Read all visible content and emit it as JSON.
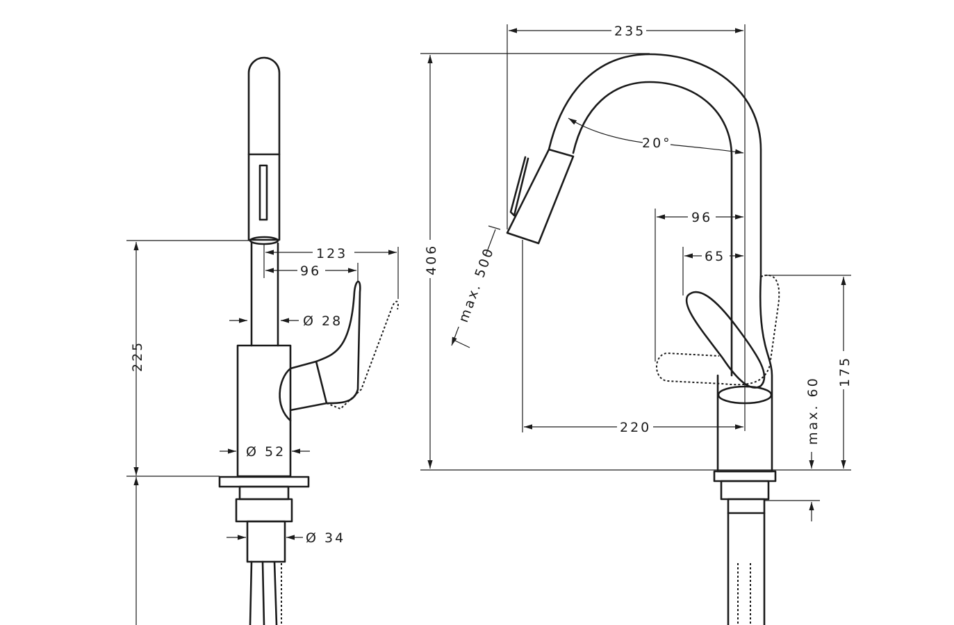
{
  "drawing": {
    "side_view": {
      "dim_123": "123",
      "dim_96": "96",
      "dim_d28": "Ø 28",
      "dim_225": "225",
      "dim_d52": "Ø 52",
      "dim_d34": "Ø 34"
    },
    "front_view": {
      "dim_235": "235",
      "dim_angle": "20°",
      "dim_96": "96",
      "dim_65": "65",
      "dim_406": "406",
      "dim_max500": "max. 500",
      "dim_175": "175",
      "dim_max60": "max. 60",
      "dim_220": "220"
    }
  }
}
